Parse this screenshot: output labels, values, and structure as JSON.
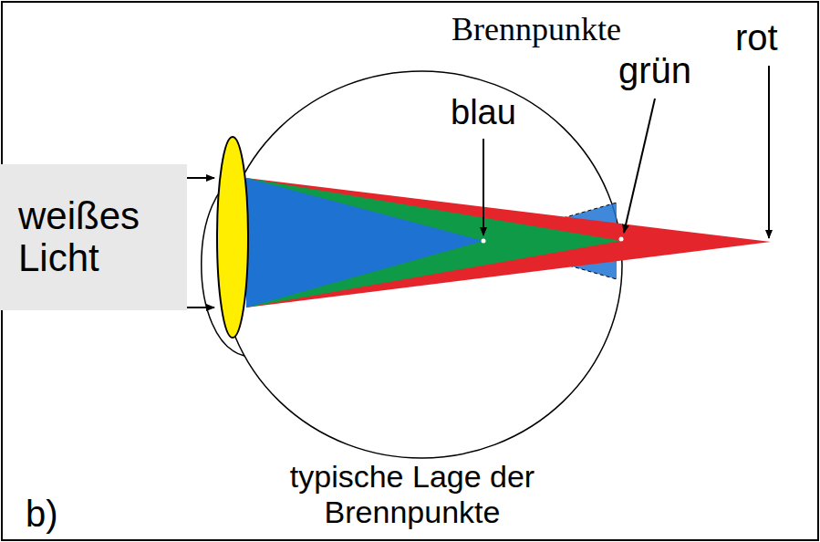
{
  "diagram": {
    "caption": "typische Lage der Brennpunkte",
    "nodes": [
      {
        "text": [
          "weißes Licht"
        ]
      }
    ],
    "labels": [
      "Brennpunkte",
      "blau",
      "grün",
      "rot",
      "b)"
    ]
  }
}
